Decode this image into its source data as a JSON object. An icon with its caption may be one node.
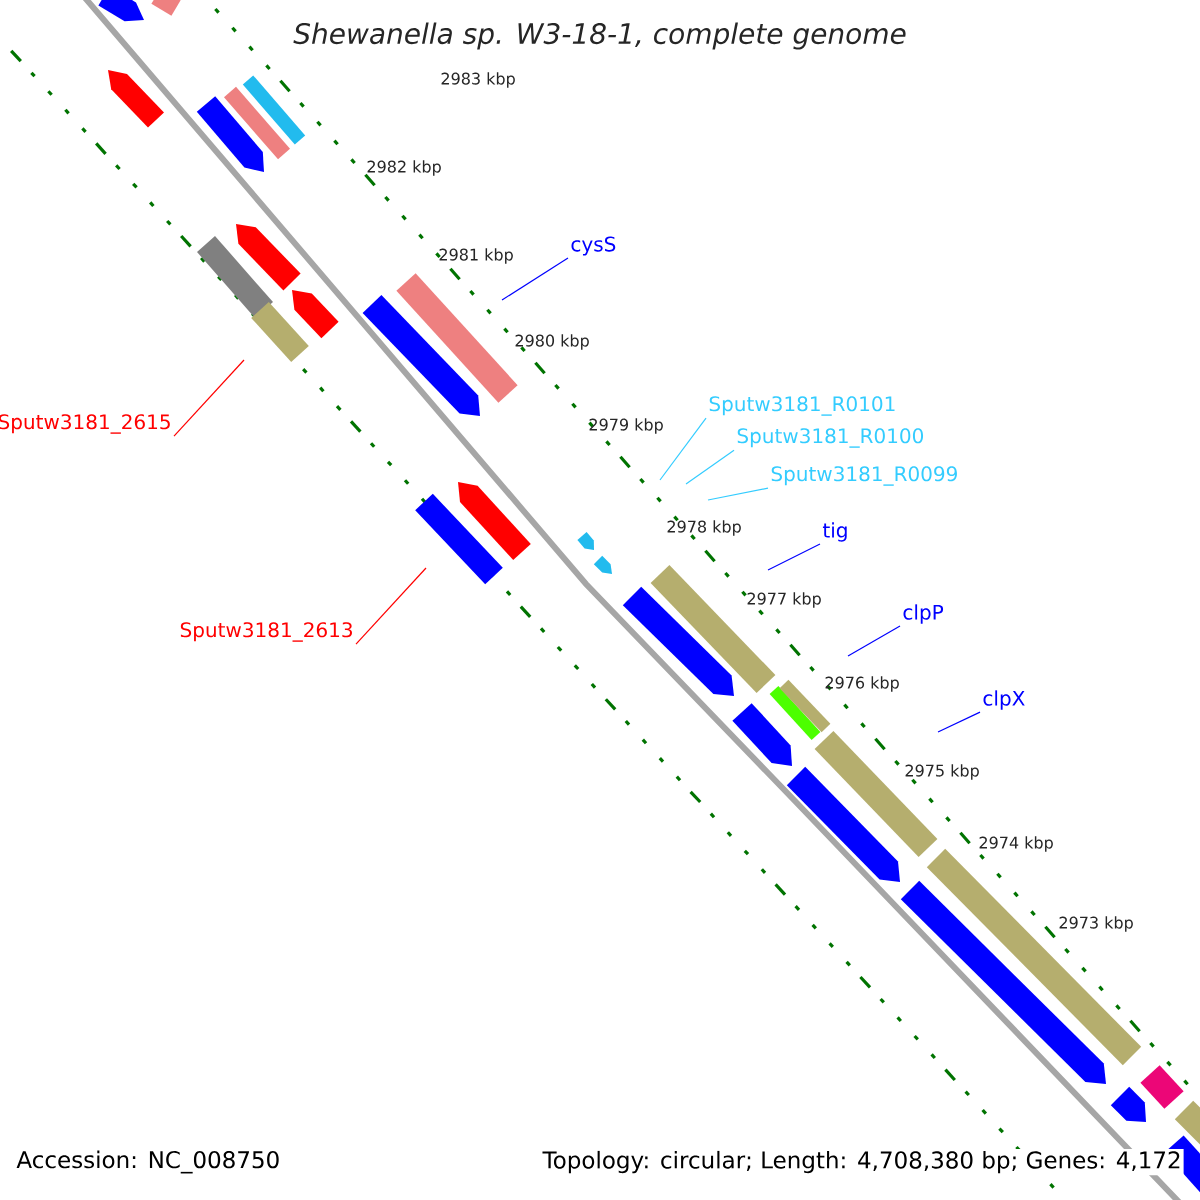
{
  "diagram": {
    "title": "*Shewanella sp. W3-18-1, complete genome*",
    "nodes": [
      {
        "text": [
          "cysS"
        ]
      },
      {
        "text": [
          "Sputw3181_R0101"
        ]
      },
      {
        "text": [
          "Sputw3181_R0100"
        ]
      },
      {
        "text": [
          "Sputw3181_R0099"
        ]
      },
      {
        "text": [
          "tig"
        ]
      },
      {
        "text": [
          "clpP"
        ]
      },
      {
        "text": [
          "clpX"
        ]
      },
      {
        "text": [
          "Sputw3181_2615"
        ]
      },
      {
        "text": [
          "Sputw3181_2613"
        ]
      }
    ],
    "edges": [
      {
        "from": 0,
        "to": null,
        "arrow": "none"
      },
      {
        "from": 1,
        "to": null,
        "arrow": "none",
        "color": "#33ccff"
      },
      {
        "from": 2,
        "to": null,
        "arrow": "none",
        "color": "#33ccff"
      },
      {
        "from": 3,
        "to": null,
        "arrow": "none",
        "color": "#33ccff"
      },
      {
        "from": 4,
        "to": null,
        "arrow": "none"
      },
      {
        "from": 5,
        "to": null,
        "arrow": "none"
      },
      {
        "from": 6,
        "to": null,
        "arrow": "none"
      },
      {
        "from": 7,
        "to": null,
        "arrow": "none",
        "color": "#ff0000"
      },
      {
        "from": 8,
        "to": null,
        "arrow": "none",
        "color": "#ff0000"
      }
    ],
    "labels": [
      "2983 kbp",
      "2982 kbp",
      "2981 kbp",
      "2980 kbp",
      "2979 kbp",
      "2978 kbp",
      "2977 kbp",
      "2976 kbp",
      "2975 kbp",
      "2974 kbp",
      "2973 kbp",
      "Accession: NC_008750",
      "Topology: circular; Length: 4,708,380 bp; Genes: 4,172"
    ]
  }
}
